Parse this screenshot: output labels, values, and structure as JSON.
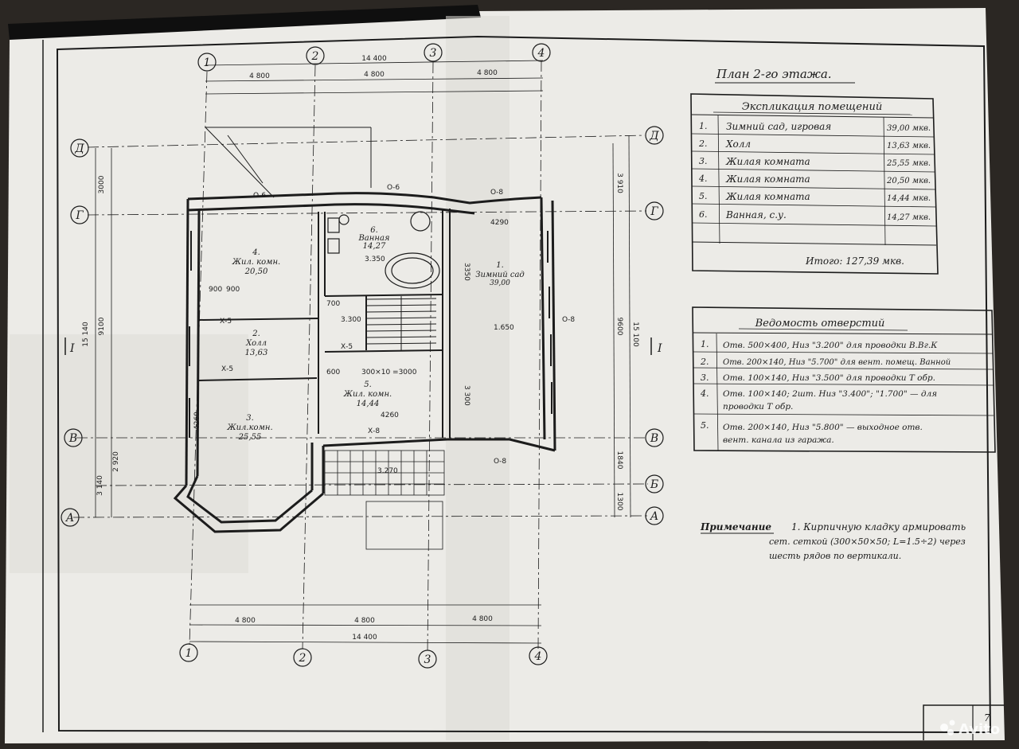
{
  "sheet": {
    "title": "План 2-го этажа.",
    "explication": {
      "header": "Экспликация помещений",
      "rows": [
        {
          "num": "1.",
          "name": "Зимний сад, игровая",
          "area": "39,00 мкв."
        },
        {
          "num": "2.",
          "name": "Холл",
          "area": "13,63 мкв."
        },
        {
          "num": "3.",
          "name": "Жилая комната",
          "area": "25,55 мкв."
        },
        {
          "num": "4.",
          "name": "Жилая комната",
          "area": "20,50 мкв."
        },
        {
          "num": "5.",
          "name": "Жилая комната",
          "area": "14,44 мкв."
        },
        {
          "num": "6.",
          "name": "Ванная, с.у.",
          "area": "14,27 мкв."
        }
      ],
      "total": "Итого: 127,39 мкв."
    },
    "openings": {
      "header": "Ведомость отверстий",
      "rows": [
        {
          "num": "1.",
          "lines": [
            "Отв. 500×400, Низ \"3.200\" для проводки В.Вг.К"
          ]
        },
        {
          "num": "2.",
          "lines": [
            "Отв. 200×140, Низ \"5.700\" для вент. помещ. Ванной"
          ]
        },
        {
          "num": "3.",
          "lines": [
            "Отв. 100×140, Низ \"3.500\" для проводки Т обр."
          ]
        },
        {
          "num": "4.",
          "lines": [
            "Отв. 100×140; 2шт. Низ \"3.400\"; \"1.700\" — для",
            "проводки Т обр."
          ]
        },
        {
          "num": "5.",
          "lines": [
            "Отв. 200×140, Низ \"5.800\" — выходное отв.",
            "вент. канала из гаража."
          ]
        }
      ]
    },
    "note": {
      "label": "Примечание",
      "lines": [
        "1. Кирпичную кладку армировать",
        "сет. сеткой (300×50×50; L=1.5÷2) через",
        "шесть рядов по вертикали."
      ]
    },
    "plan": {
      "axes_x": [
        "1",
        "2",
        "3",
        "4"
      ],
      "axes_y": [
        "Д",
        "Г",
        "В",
        "Б",
        "А"
      ],
      "dims_top": [
        "14 400",
        "4 800",
        "4 800",
        "4 800"
      ],
      "dims_bottom": [
        "4 800",
        "4 800",
        "4 800",
        "14 400"
      ],
      "dims_left": [
        "15 140",
        "3000",
        "9100",
        "2 920",
        "3 140"
      ],
      "dims_right": [
        "15 100",
        "3 910",
        "9600",
        "1840",
        "1300"
      ],
      "section_mark": "I",
      "rooms": [
        {
          "num": "1.",
          "name": "Зимний сад",
          "area": "39,00"
        },
        {
          "num": "2.",
          "name": "Холл",
          "area": "13,63"
        },
        {
          "num": "3.",
          "name": "Жил.комн.",
          "area": "25,55"
        },
        {
          "num": "4.",
          "name": "Жил. комн.",
          "area": "20,50"
        },
        {
          "num": "5.",
          "name": "Жил. комн.",
          "area": "14,44"
        },
        {
          "num": "6.",
          "name": "Ванная",
          "area": "14,27"
        }
      ],
      "level_marks": [
        "3.350",
        "3.300",
        "3.270",
        "1.650"
      ],
      "misc_dims": [
        "4260",
        "4260",
        "4290",
        "300×10 =3000",
        "3350",
        "3 300",
        "700",
        "600",
        "900",
        "900"
      ],
      "lintels": [
        "О-6",
        "О-6",
        "О-8",
        "О-8",
        "О-8",
        "Х-5",
        "Х-5",
        "Х-5",
        "Х-8"
      ]
    },
    "stamp": {
      "sheet_num": "7"
    },
    "watermark": "Avito"
  }
}
